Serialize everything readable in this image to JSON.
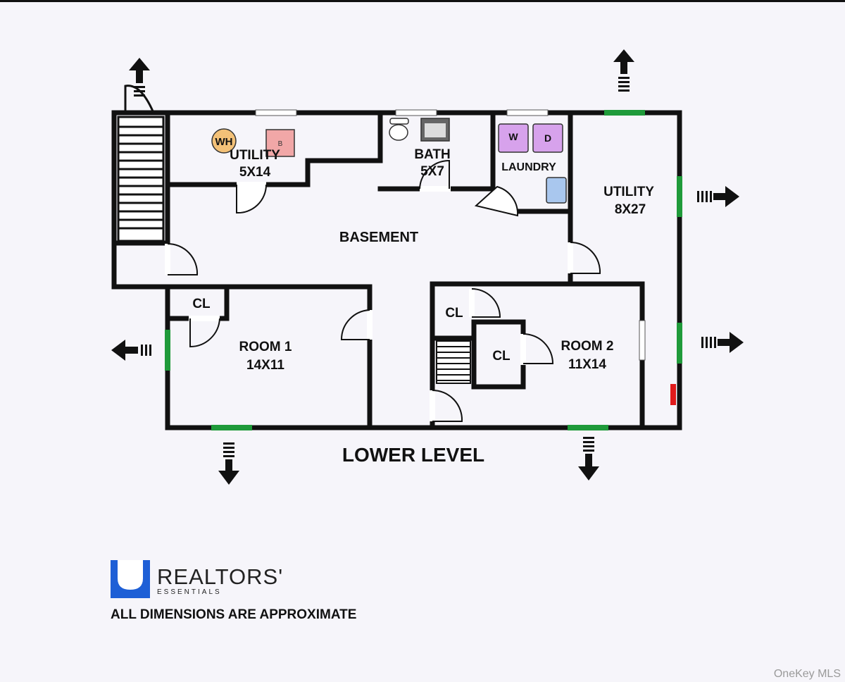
{
  "rooms": {
    "utility_small": {
      "name": "UTILITY",
      "size": "5X14"
    },
    "bath": {
      "name": "BATH",
      "size": "5X7"
    },
    "laundry": {
      "name": "LAUNDRY"
    },
    "utility_large": {
      "name": "UTILITY",
      "size": "8X27"
    },
    "basement": {
      "name": "BASEMENT"
    },
    "room1": {
      "name": "ROOM 1",
      "size": "14X11"
    },
    "room2": {
      "name": "ROOM 2",
      "size": "11X14"
    },
    "closet_room1": {
      "name": "CL"
    },
    "closet_room2_a": {
      "name": "CL"
    },
    "closet_room2_b": {
      "name": "CL"
    }
  },
  "fixtures": {
    "water_heater": "WH",
    "boiler": "B",
    "washer": "W",
    "dryer": "D"
  },
  "floor_title": "LOWER LEVEL",
  "brand": {
    "name": "REALTORS'",
    "tagline": "ESSENTIALS",
    "color": "#1e5fd6"
  },
  "disclaimer": "ALL DIMENSIONS ARE APPROXIMATE",
  "watermark": "OneKey MLS",
  "colors": {
    "wall": "#111111",
    "window_green": "#1f9a3a",
    "water_heater": "#f3c178",
    "boiler": "#f1a7a7",
    "washer_dryer": "#d7a2ec",
    "tub": "#a9c7ee",
    "panel_red": "#e01b1b"
  }
}
